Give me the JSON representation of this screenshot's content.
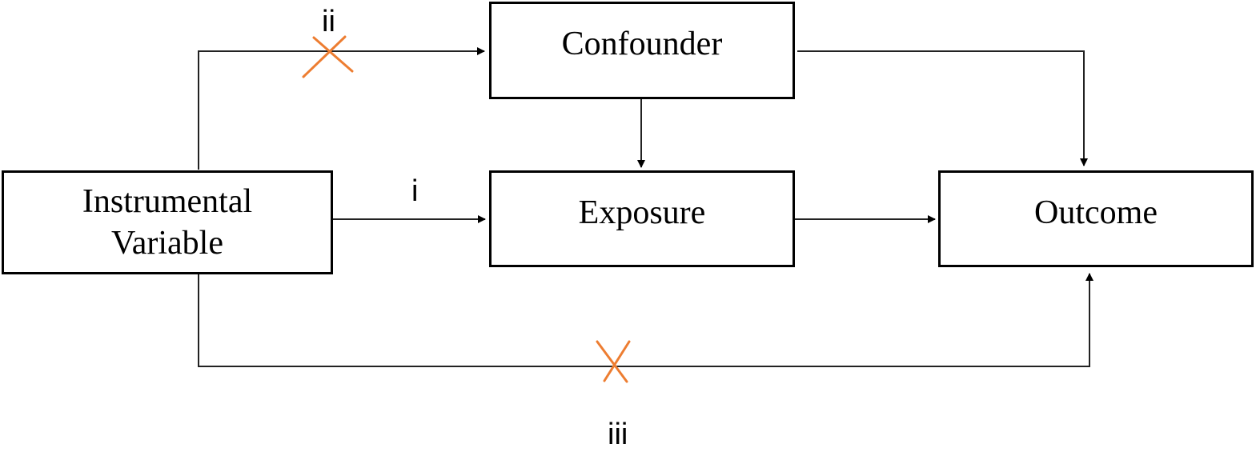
{
  "diagram": {
    "nodes": {
      "confounder": "Confounder",
      "exposure": "Exposure",
      "outcome": "Outcome",
      "instrument_line1": "Instrumental",
      "instrument_line2": "Variable"
    },
    "edge_labels": {
      "relevance": "i",
      "independence": "ii",
      "exclusion": "iii"
    },
    "edges": [
      {
        "from": "Instrumental Variable",
        "to": "Exposure",
        "label": "i",
        "blocked": false
      },
      {
        "from": "Instrumental Variable",
        "to": "Confounder",
        "label": "ii",
        "blocked": true
      },
      {
        "from": "Instrumental Variable",
        "to": "Outcome",
        "label": "iii",
        "blocked": true
      },
      {
        "from": "Confounder",
        "to": "Exposure",
        "blocked": false
      },
      {
        "from": "Confounder",
        "to": "Outcome",
        "blocked": false
      },
      {
        "from": "Exposure",
        "to": "Outcome",
        "blocked": false
      }
    ],
    "colors": {
      "line": "#000000",
      "blocked_mark": "#ED7D31"
    }
  }
}
